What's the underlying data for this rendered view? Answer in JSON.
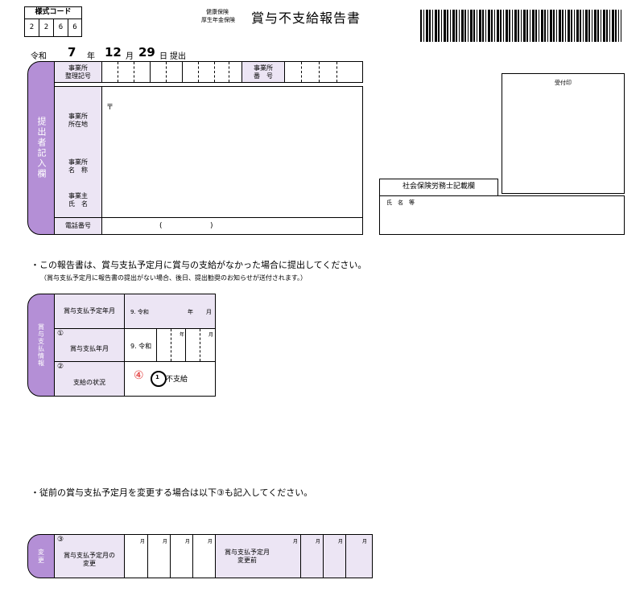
{
  "form_code": {
    "label": "様式コード",
    "digits": [
      "2",
      "2",
      "6",
      "6"
    ]
  },
  "header": {
    "insurance_line1": "健康保険",
    "insurance_line2": "厚生年金保険",
    "title": "賞与不支給報告書"
  },
  "date": {
    "era": "令和",
    "year": "7",
    "year_unit": "年",
    "month": "12",
    "month_unit": "月",
    "day": "29",
    "day_unit": "日",
    "suffix": "提出"
  },
  "submitter": {
    "side_label": "提出者記入欄",
    "office_ref_label": "事業所\n整理記号",
    "office_no_label": "事業所\n番　号",
    "address_label": "事業所\n所在地",
    "postal_mark": "〒",
    "name_label": "事業所\n名　称",
    "owner_label": "事業主\n氏　名",
    "phone_label": "電話番号",
    "phone_open": "(",
    "phone_close": ")"
  },
  "reception": {
    "label": "受付印"
  },
  "labor_consultant": {
    "label": "社会保険労務士記載欄",
    "name_label": "氏　名　等"
  },
  "notes": {
    "note1": "・この報告書は、賞与支払予定月に賞与の支給がなかった場合に提出してください。",
    "note2": "（賞与支払予定月に報告書の提出がない場合、後日、提出勧奨のお知らせが送付されます。）",
    "note3": "・従前の賞与支払予定月を変更する場合は以下③も記入してください。"
  },
  "bonus_info": {
    "side_label": "賞与支払情報",
    "scheduled_label": "賞与支払予定年月",
    "scheduled_era": "9. 令和",
    "scheduled_year_unit": "年",
    "scheduled_month_unit": "月",
    "row1_num": "①",
    "row1_label": "賞与支払年月",
    "row1_era": "9. 令和",
    "row1_year_unit": "年",
    "row1_month_unit": "月",
    "row2_num": "②",
    "row2_label": "支給の状況",
    "status_marker": "④",
    "status_choice_num": "1",
    "status_choice_label": "不支給"
  },
  "change": {
    "side_label": "変更",
    "num": "③",
    "new_label": "賞与支払予定月の\n変更",
    "old_label": "賞与支払予定月\n変更前",
    "month_unit": "月"
  }
}
